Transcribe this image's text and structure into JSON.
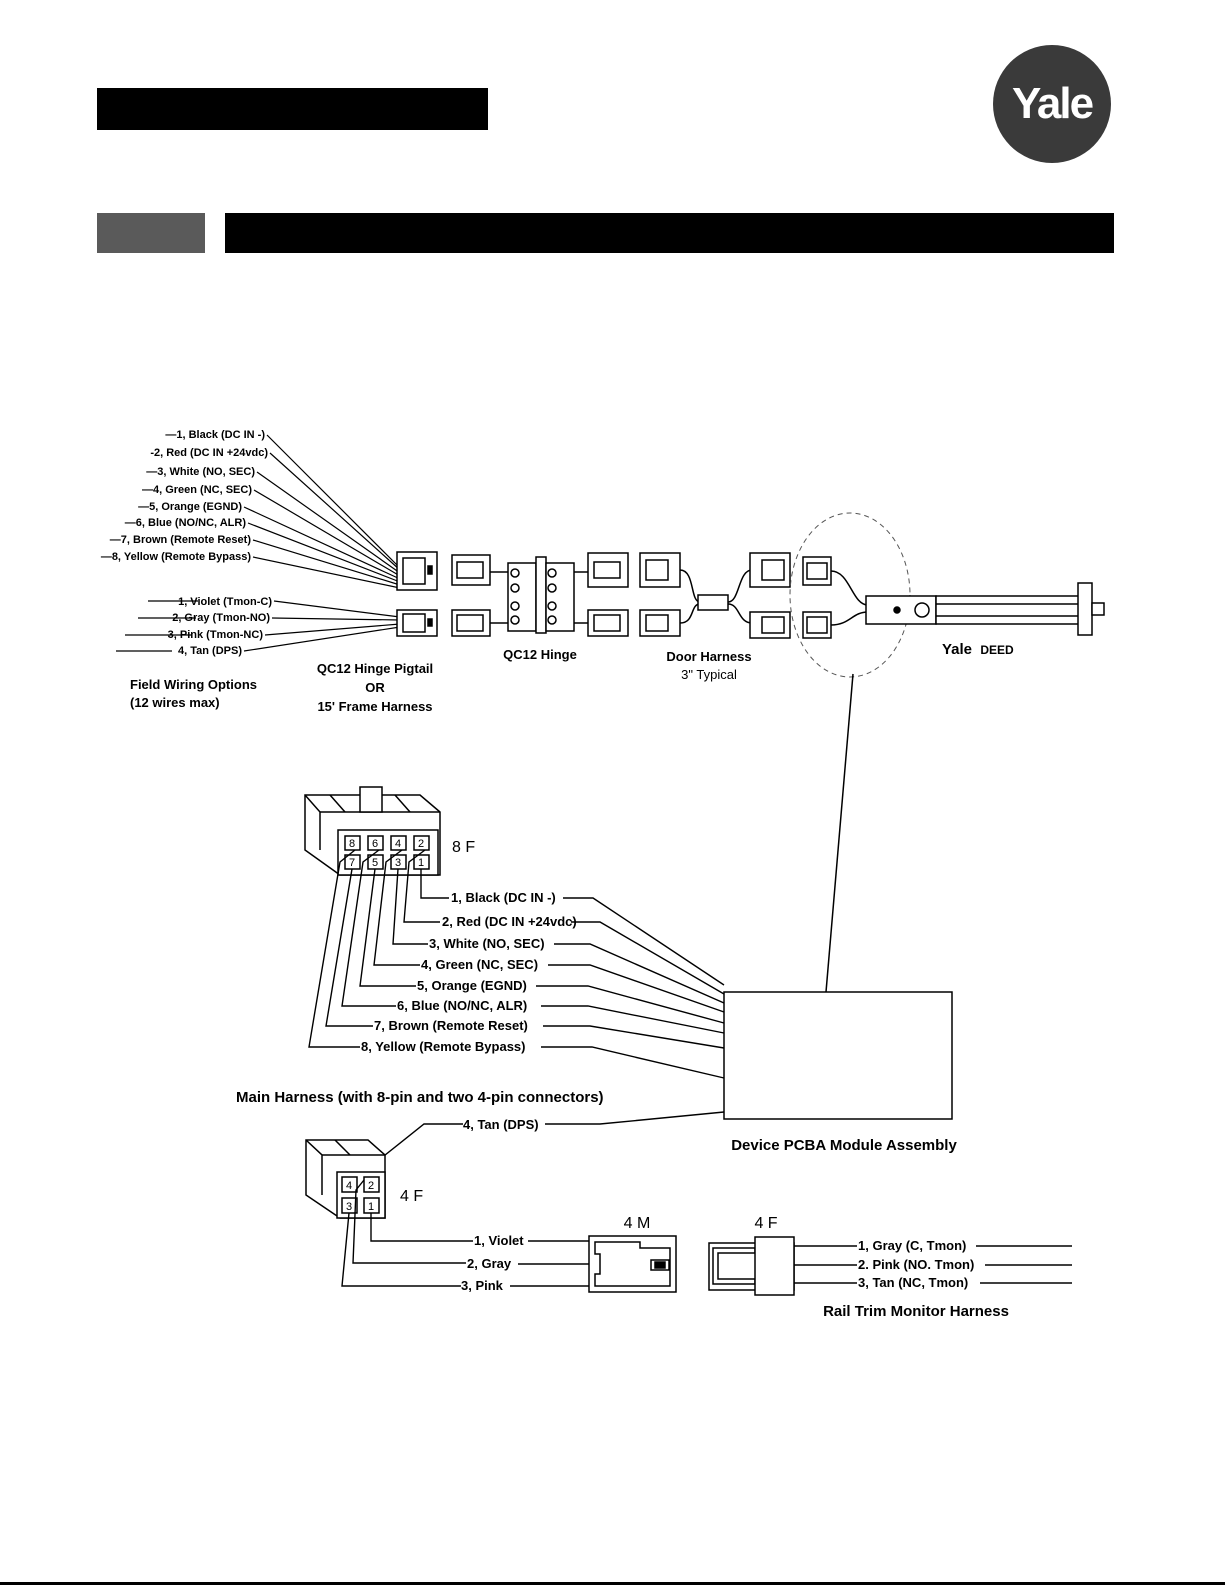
{
  "header": {
    "logo_text": "Yale",
    "colors": {
      "bar": "#000000",
      "tab": "#5a5a5a",
      "logo": "#3a3a3a"
    }
  },
  "diagram": {
    "field_wires_8": [
      "—1, Black (DC IN -)",
      "-2, Red (DC IN +24vdc)",
      "—3, White (NO, SEC)",
      "—4, Green (NC, SEC)",
      "—5, Orange (EGND)",
      "—6, Blue (NO/NC, ALR)",
      "—7, Brown (Remote Reset)",
      "—8, Yellow (Remote Bypass)"
    ],
    "field_wires_4": [
      "1, Violet (Tmon-C)",
      "2, Gray (Tmon-NO)",
      "3, Pink (Tmon-NC)",
      "4, Tan (DPS)"
    ],
    "field_wiring_caption": [
      "Field Wiring Options",
      "(12 wires max)"
    ],
    "pigtail_caption": [
      "QC12 Hinge Pigtail",
      "OR",
      "15' Frame Harness"
    ],
    "hinge_caption": "QC12 Hinge",
    "door_harness_caption": [
      "Door Harness",
      "3\" Typical"
    ],
    "yale_brand": "Yale",
    "deed_label": "DEED",
    "conn8_label": "8 F",
    "conn8_pins_top": [
      "8",
      "6",
      "4",
      "2"
    ],
    "conn8_pins_bottom": [
      "7",
      "5",
      "3",
      "1"
    ],
    "main_wires": [
      "1, Black (DC IN -)",
      "2, Red (DC IN +24vdc)",
      "3, White (NO, SEC)",
      "4, Green (NC, SEC)",
      "5, Orange (EGND)",
      "6, Blue (NO/NC, ALR)",
      "7, Brown (Remote Reset)",
      "8, Yellow (Remote Bypass)"
    ],
    "main_harness_caption": "Main Harness (with 8-pin and two 4-pin connectors)",
    "tan_wire": "4, Tan (DPS)",
    "pcba_caption": "Device PCBA Module Assembly",
    "conn4_label": "4 F",
    "conn4_pins_top": [
      "4",
      "2"
    ],
    "conn4_pins_bottom": [
      "3",
      "1"
    ],
    "conn4_wires": [
      "1, Violet",
      "2, Gray",
      "3, Pink"
    ],
    "conn4m_label": "4 M",
    "rail_conn_label": "4 F",
    "rail_wires": [
      "1, Gray (C, Tmon)",
      "2. Pink (NO. Tmon)",
      "3, Tan (NC, Tmon)"
    ],
    "rail_caption": "Rail Trim Monitor Harness"
  }
}
